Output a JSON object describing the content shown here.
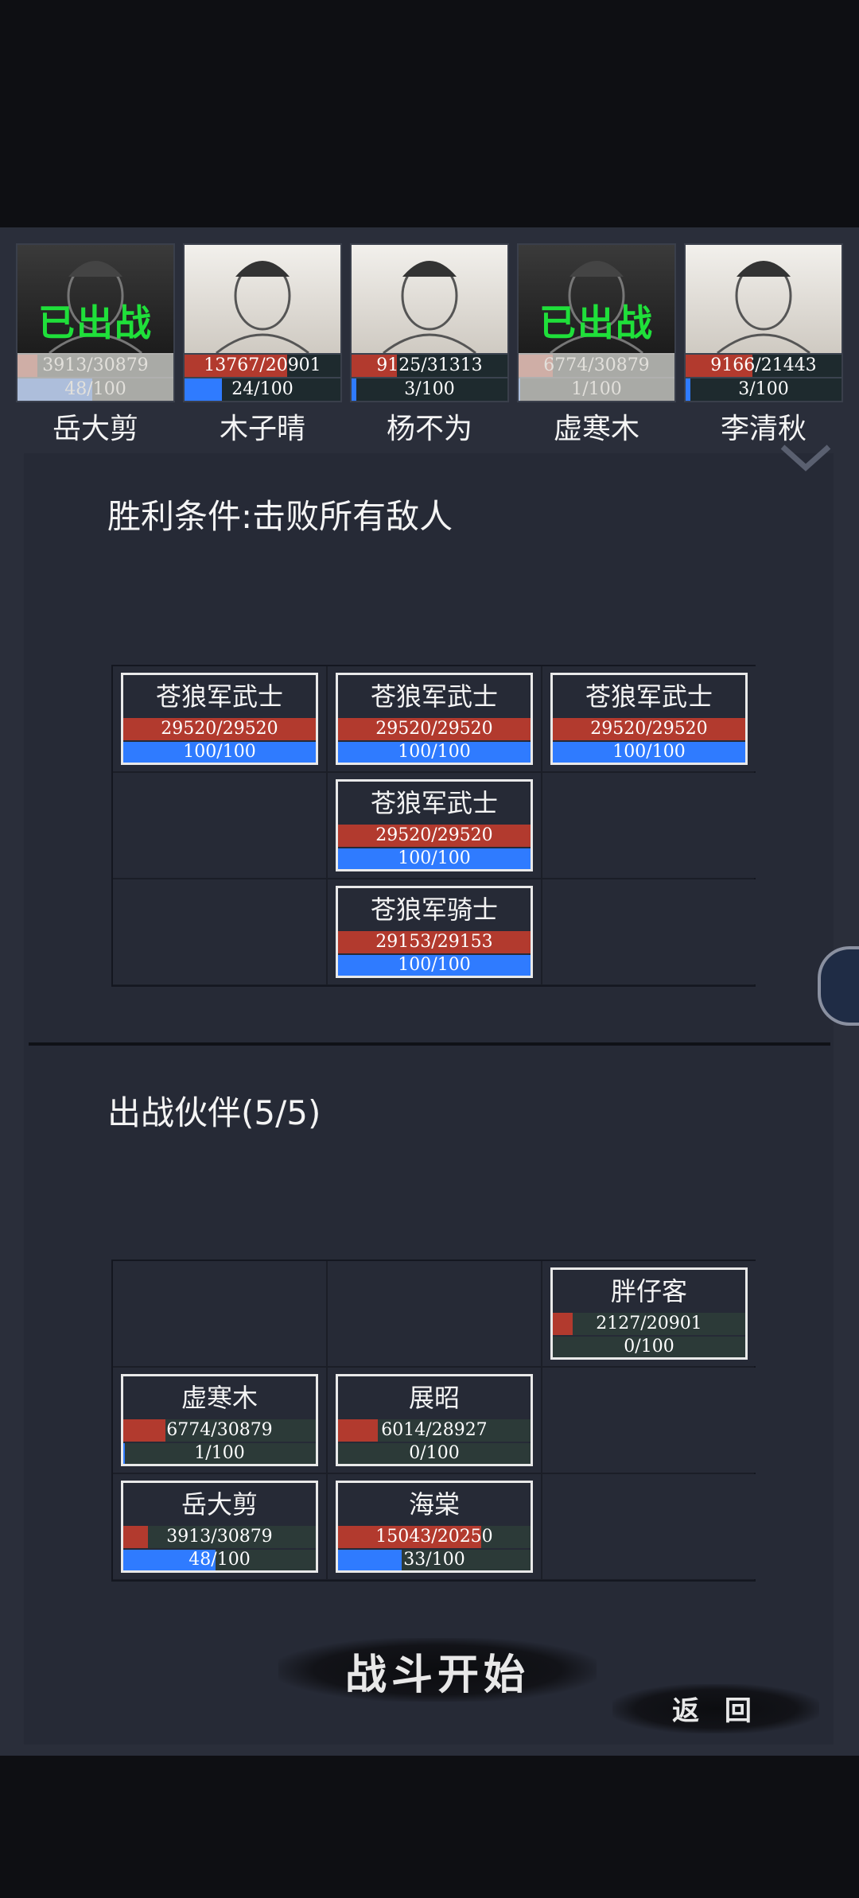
{
  "roster": [
    {
      "name": "岳大剪",
      "hp": 3913,
      "hp_max": 30879,
      "hp_text": "3913/30879",
      "mp": 48,
      "mp_max": 100,
      "mp_text": "48/100",
      "deployed": true,
      "deployed_label": "已出战"
    },
    {
      "name": "木子晴",
      "hp": 13767,
      "hp_max": 20901,
      "hp_text": "13767/20901",
      "mp": 24,
      "mp_max": 100,
      "mp_text": "24/100",
      "deployed": false,
      "deployed_label": ""
    },
    {
      "name": "杨不为",
      "hp": 9125,
      "hp_max": 31313,
      "hp_text": "9125/31313",
      "mp": 3,
      "mp_max": 100,
      "mp_text": "3/100",
      "deployed": false,
      "deployed_label": ""
    },
    {
      "name": "虚寒木",
      "hp": 6774,
      "hp_max": 30879,
      "hp_text": "6774/30879",
      "mp": 1,
      "mp_max": 100,
      "mp_text": "1/100",
      "deployed": true,
      "deployed_label": "已出战"
    },
    {
      "name": "李清秋",
      "hp": 9166,
      "hp_max": 21443,
      "hp_text": "9166/21443",
      "mp": 3,
      "mp_max": 100,
      "mp_text": "3/100",
      "deployed": false,
      "deployed_label": ""
    }
  ],
  "victory": {
    "title": "胜利条件:击败所有敌人"
  },
  "enemies": [
    {
      "row": 0,
      "col": 0,
      "name": "苍狼军武士",
      "hp": 29520,
      "hp_max": 29520,
      "hp_text": "29520/29520",
      "mp": 100,
      "mp_max": 100,
      "mp_text": "100/100"
    },
    {
      "row": 0,
      "col": 1,
      "name": "苍狼军武士",
      "hp": 29520,
      "hp_max": 29520,
      "hp_text": "29520/29520",
      "mp": 100,
      "mp_max": 100,
      "mp_text": "100/100"
    },
    {
      "row": 0,
      "col": 2,
      "name": "苍狼军武士",
      "hp": 29520,
      "hp_max": 29520,
      "hp_text": "29520/29520",
      "mp": 100,
      "mp_max": 100,
      "mp_text": "100/100"
    },
    {
      "row": 1,
      "col": 1,
      "name": "苍狼军武士",
      "hp": 29520,
      "hp_max": 29520,
      "hp_text": "29520/29520",
      "mp": 100,
      "mp_max": 100,
      "mp_text": "100/100"
    },
    {
      "row": 2,
      "col": 1,
      "name": "苍狼军骑士",
      "hp": 29153,
      "hp_max": 29153,
      "hp_text": "29153/29153",
      "mp": 100,
      "mp_max": 100,
      "mp_text": "100/100"
    }
  ],
  "party": {
    "title": "出战伙伴(5/5)",
    "members": [
      {
        "row": 0,
        "col": 2,
        "name": "胖仔客",
        "hp": 2127,
        "hp_max": 20901,
        "hp_text": "2127/20901",
        "mp": 0,
        "mp_max": 100,
        "mp_text": "0/100"
      },
      {
        "row": 1,
        "col": 0,
        "name": "虚寒木",
        "hp": 6774,
        "hp_max": 30879,
        "hp_text": "6774/30879",
        "mp": 1,
        "mp_max": 100,
        "mp_text": "1/100"
      },
      {
        "row": 1,
        "col": 1,
        "name": "展昭",
        "hp": 6014,
        "hp_max": 28927,
        "hp_text": "6014/28927",
        "mp": 0,
        "mp_max": 100,
        "mp_text": "0/100"
      },
      {
        "row": 2,
        "col": 0,
        "name": "岳大剪",
        "hp": 3913,
        "hp_max": 30879,
        "hp_text": "3913/30879",
        "mp": 48,
        "mp_max": 100,
        "mp_text": "48/100"
      },
      {
        "row": 2,
        "col": 1,
        "name": "海棠",
        "hp": 15043,
        "hp_max": 20250,
        "hp_text": "15043/20250",
        "mp": 33,
        "mp_max": 100,
        "mp_text": "33/100"
      }
    ]
  },
  "buttons": {
    "start": "战斗开始",
    "back": "返 回"
  },
  "colors": {
    "hp": "#b23a2e",
    "mp": "#2f7bff",
    "deployed": "#1fe03a",
    "background": "#2a2e3a"
  }
}
